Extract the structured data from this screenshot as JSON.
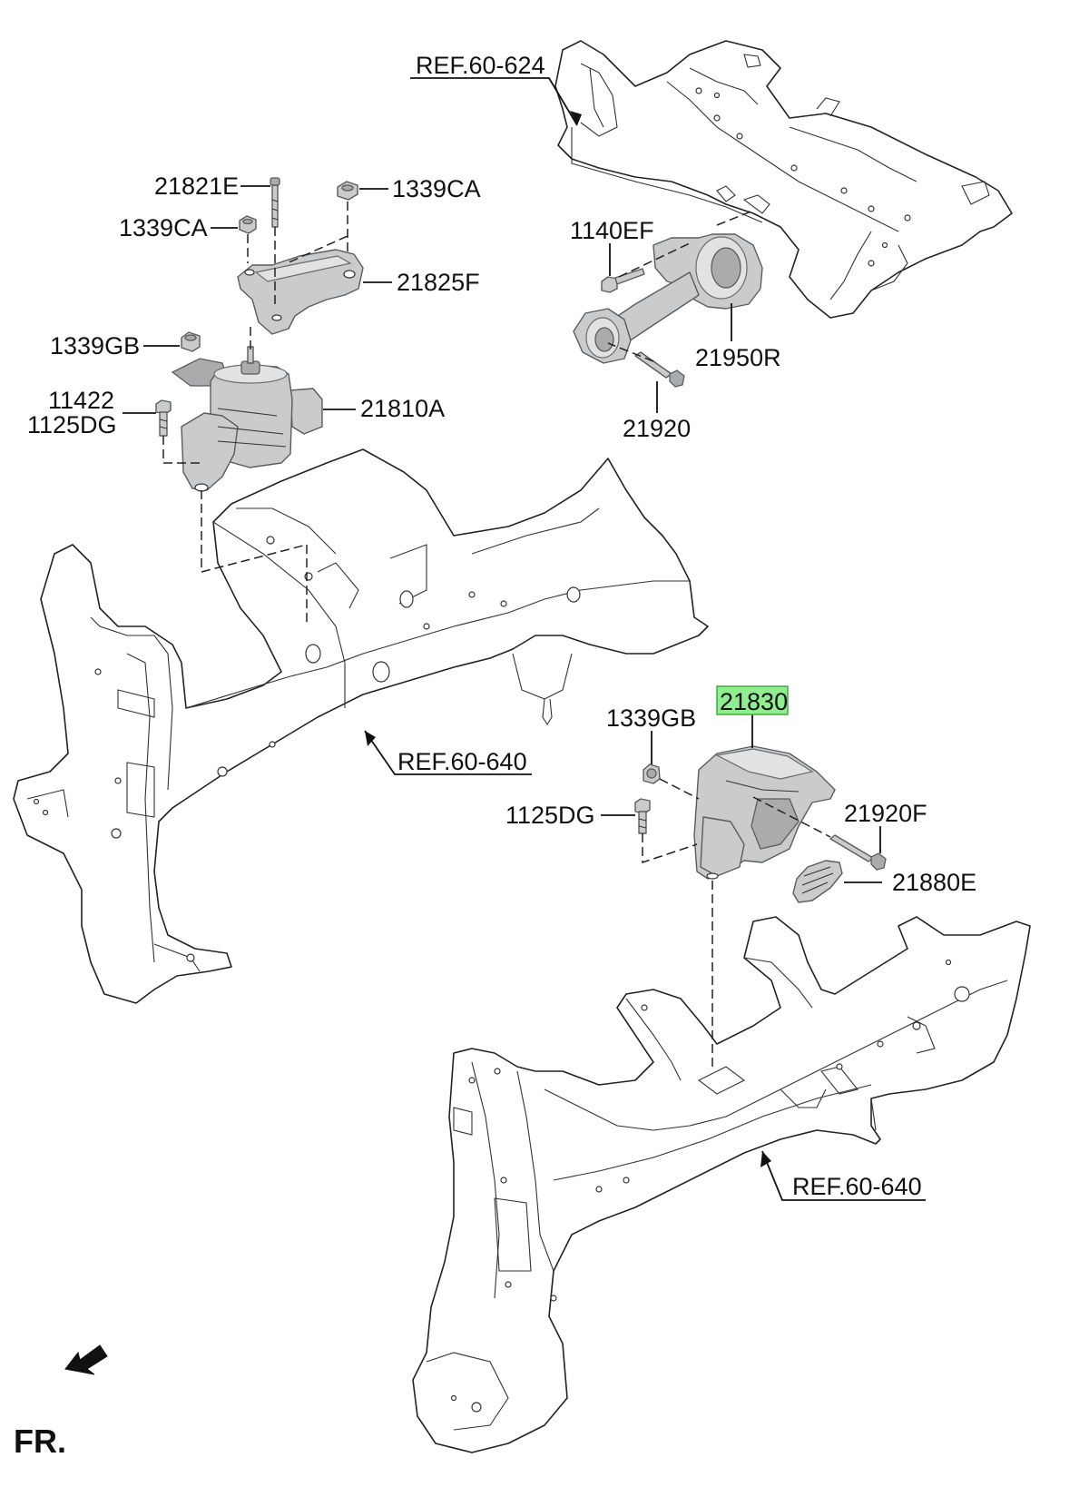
{
  "labels": {
    "ref_60_624": "REF.60-624",
    "p21821E": "21821E",
    "p1339CA_right": "1339CA",
    "p1339CA_left": "1339CA",
    "p21825F": "21825F",
    "p1339GB_top": "1339GB",
    "p11422": "11422",
    "p1125DG_top": "1125DG",
    "p21810A": "21810A",
    "p1140EF": "1140EF",
    "p21950R": "21950R",
    "p21920": "21920",
    "ref_60_640_upper": "REF.60-640",
    "p21830": "21830",
    "p1339GB_bottom": "1339GB",
    "p1125DG_bottom": "1125DG",
    "p21920F": "21920F",
    "p21880E": "21880E",
    "ref_60_640_lower": "REF.60-640",
    "front_marker": "FR."
  },
  "highlight": {
    "part": "21830",
    "color": "#90ee90",
    "border": "#3cb043"
  }
}
